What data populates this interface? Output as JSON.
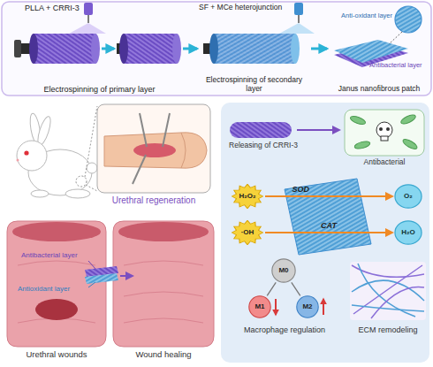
{
  "diagram": {
    "nodes": [
      {
        "text": [
          "PLLA + CRRI-3",
          "Electrospinning of primary layer"
        ]
      },
      {
        "text": [
          "SF + MCe heterojunction",
          "Electrospinning of secondary layer"
        ]
      },
      {
        "text": [
          "Janus nanofibrous patch"
        ]
      },
      {
        "text": [
          "H₂O₂"
        ]
      },
      {
        "text": [
          "·OH"
        ]
      },
      {
        "text": [
          "O₂"
        ]
      },
      {
        "text": [
          "H₂O"
        ]
      },
      {
        "text": [
          "M0"
        ]
      },
      {
        "text": [
          "M1"
        ]
      },
      {
        "text": [
          "M2"
        ]
      }
    ],
    "edges": [
      {
        "from": 0,
        "to": 1,
        "arrow": "to"
      },
      {
        "from": 1,
        "to": 2,
        "arrow": "to"
      },
      {
        "from": 3,
        "to": 5,
        "label": "SOD",
        "arrow": "to"
      },
      {
        "from": 4,
        "to": 6,
        "label": "CAT",
        "arrow": "to"
      },
      {
        "from": 7,
        "to": 8,
        "arrow": "none"
      },
      {
        "from": 7,
        "to": 9,
        "arrow": "none"
      }
    ],
    "labels": [
      "Anti-oxidant layer",
      "Antibacterial layer",
      "Urethral regeneration",
      "Antibacterial layer",
      "Antioxidant layer",
      "Urethral wounds",
      "Wound healing",
      "Releasing of CRRI-3",
      "Antibacterial",
      "Macrophage regulation",
      "ECM remodeling"
    ]
  }
}
